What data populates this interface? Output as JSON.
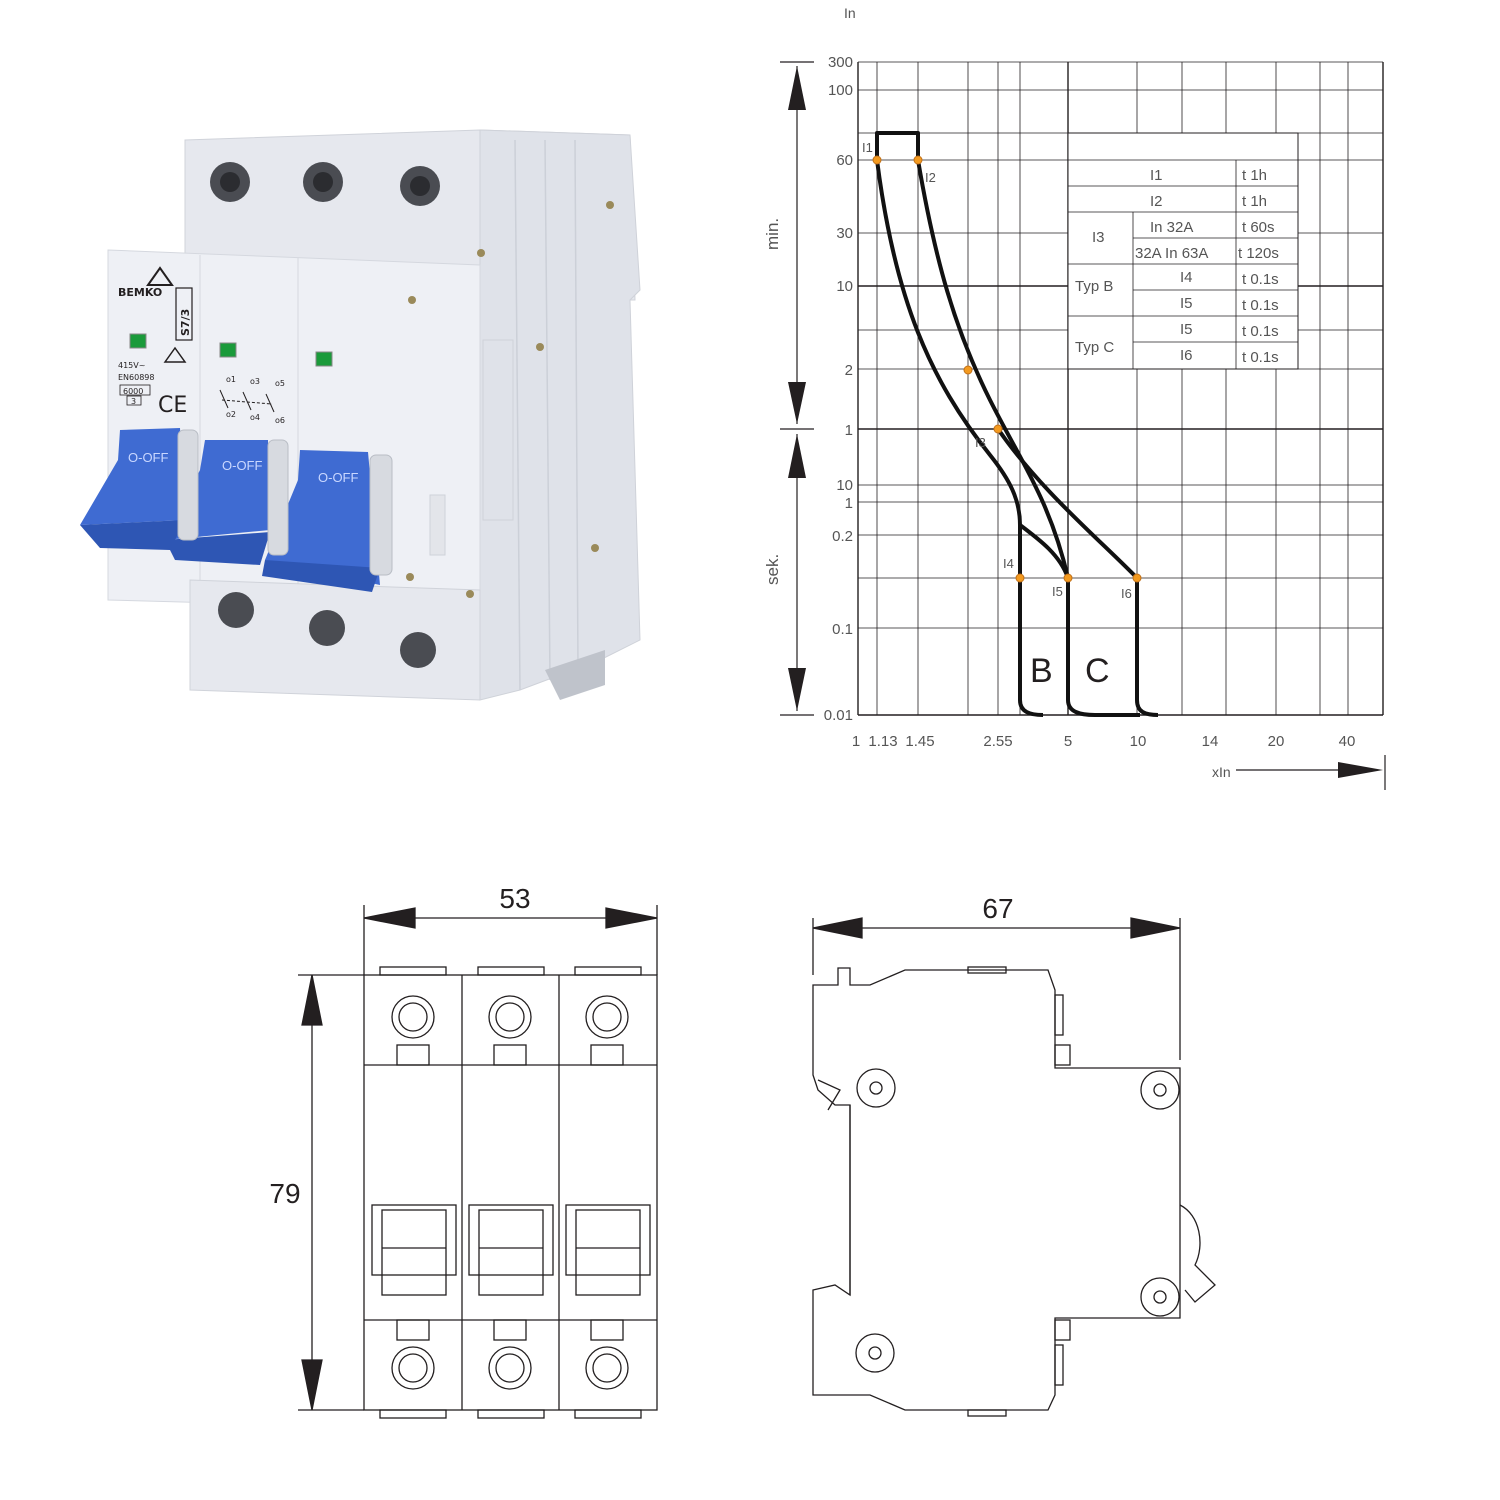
{
  "product": {
    "brand": "BEMKO",
    "model": "S7/3",
    "voltage": "415V~",
    "standard": "EN60898",
    "breaking_capacity": "6000",
    "class": "3",
    "ce_mark": "CE",
    "handle_label": "O-OFF",
    "terminals": [
      "o1",
      "o3",
      "o5",
      "o2",
      "o4",
      "o6"
    ],
    "colors": {
      "handle": "#3f6bd2",
      "body": "#eceef3",
      "indicator": "#1a9a3a"
    }
  },
  "chart": {
    "y_axis_title": "In",
    "x_axis_title": "xIn",
    "min_label": "min.",
    "sek_label": "sek.",
    "y_ticks_min": [
      "300",
      "100",
      "60",
      "30",
      "10",
      "2",
      "1"
    ],
    "y_ticks_sek": [
      "10",
      "1",
      "0.2",
      "0.1",
      "0.01"
    ],
    "x_ticks": [
      "1",
      "1.13",
      "1.45",
      "2.55",
      "5",
      "10",
      "14",
      "20",
      "40"
    ],
    "curve_b_label": "B",
    "curve_c_label": "C",
    "point_labels": [
      "I1",
      "I2",
      "I3",
      "I4",
      "I5",
      "I6"
    ],
    "marker_color": "#f39a1f",
    "table": [
      {
        "group": "",
        "current": "I1",
        "cond": "",
        "time": "t   1h"
      },
      {
        "group": "",
        "current": "I2",
        "cond": "",
        "time": "t   1h"
      },
      {
        "group": "I3",
        "current": "",
        "cond": "In   32A",
        "time": "t   60s"
      },
      {
        "group": "",
        "current": "",
        "cond": "32A In 63A",
        "time": "t  120s"
      },
      {
        "group": "Typ B",
        "current": "I4",
        "cond": "",
        "time": "t   0.1s"
      },
      {
        "group": "",
        "current": "I5",
        "cond": "",
        "time": "t   0.1s"
      },
      {
        "group": "Typ C",
        "current": "I5",
        "cond": "",
        "time": "t   0.1s"
      },
      {
        "group": "",
        "current": "I6",
        "cond": "",
        "time": "t   0.1s"
      }
    ]
  },
  "dimensions": {
    "width_front": "53",
    "height": "79",
    "depth": "67"
  }
}
